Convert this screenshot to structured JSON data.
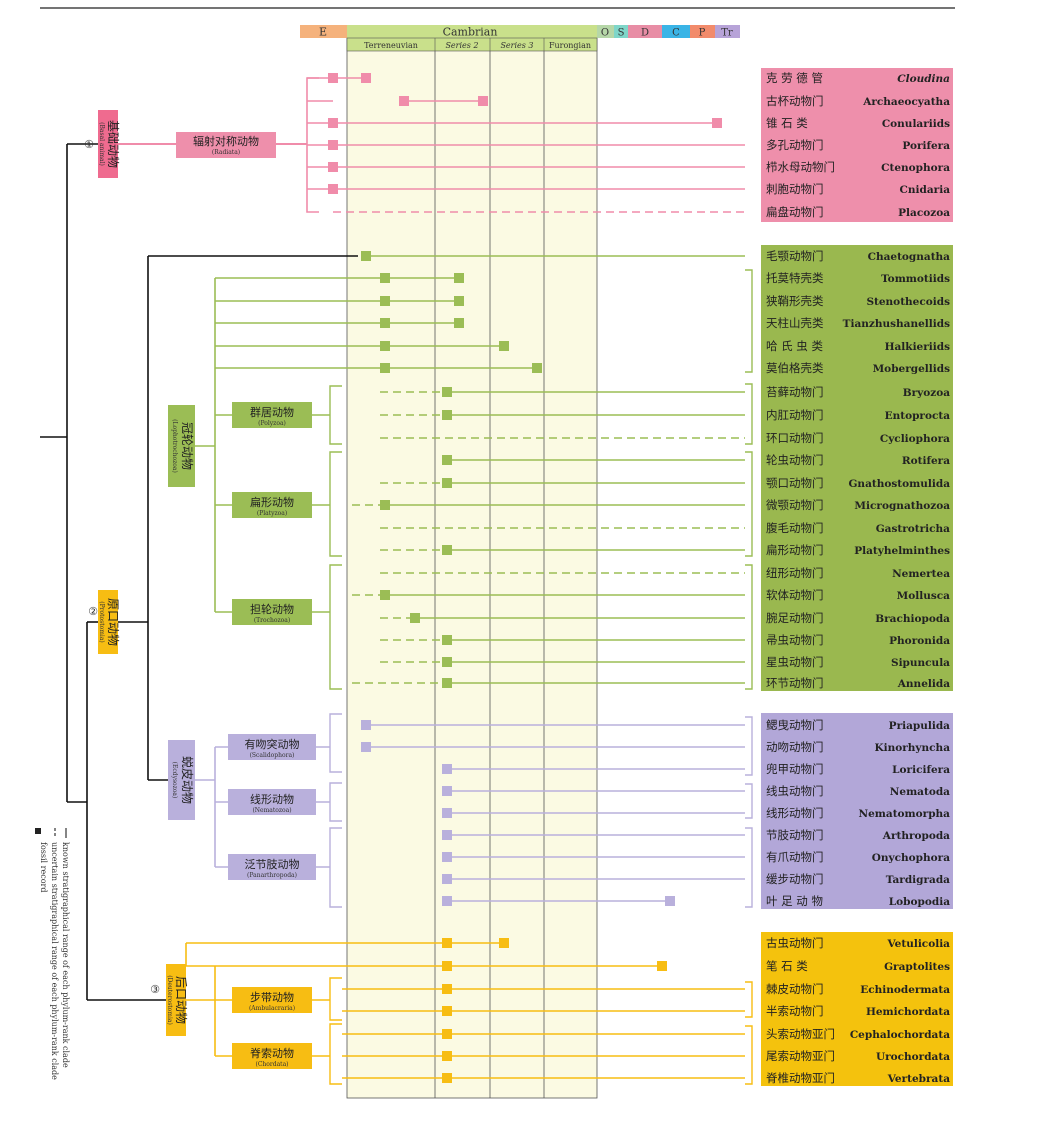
{
  "periods": {
    "ediacaran": "E",
    "cambrian": "Cambrian",
    "later": [
      "O",
      "S",
      "D",
      "C",
      "P",
      "Tr"
    ],
    "series": [
      "Terreneuvian",
      "Series 2",
      "Series 3",
      "Furongian"
    ]
  },
  "colors": {
    "basal": "#f08caa",
    "basal_band": "#ee8fab",
    "basal_label": "#ef6b8f",
    "lopho": "#9bbd55",
    "lopho_band": "#9ab84f",
    "ecdy": "#b9b0dc",
    "ecdy_band": "#b2a7d8",
    "deut": "#f7bd13",
    "deut_band": "#f4c20d",
    "proto": "#f7bd13",
    "cambrian_bg": "#fbfae3",
    "cambrian_head": "#c9e08b",
    "E": "#f5b27c",
    "O": "#b6d7a8",
    "S": "#7fd6c9",
    "D": "#e88da5",
    "C": "#3ab4e6",
    "P": "#f28b6b",
    "Tr": "#b7a3d8"
  },
  "clades": {
    "basal": {
      "num": "①",
      "cn": "基础动物",
      "en": "(Basal animal)"
    },
    "proto": {
      "num": "②",
      "cn": "原口动物",
      "en": "(Protostomia)"
    },
    "deut": {
      "num": "③",
      "cn": "后口动物",
      "en": "(Deuterostomia)"
    },
    "lopho": {
      "cn": "冠轮动物",
      "en": "(Lophotrochozoa)"
    },
    "ecdy": {
      "cn": "蜕皮动物",
      "en": "(Ecdysozoa)"
    }
  },
  "subclades": {
    "radiata": {
      "cn": "辐射对称动物",
      "en": "(Radiata)"
    },
    "polyzoa": {
      "cn": "群居动物",
      "en": "(Polyzoa)"
    },
    "platyzoa": {
      "cn": "扁形动物",
      "en": "(Platyzoa)"
    },
    "trochozoa": {
      "cn": "担轮动物",
      "en": "(Trochozoa)"
    },
    "scalidophora": {
      "cn": "有吻突动物",
      "en": "(Scalidophora)"
    },
    "nematozoa": {
      "cn": "线形动物",
      "en": "(Nematozoa)"
    },
    "panarthropoda": {
      "cn": "泛节肢动物",
      "en": "(Panarthropoda)"
    },
    "ambulacraria": {
      "cn": "步带动物",
      "en": "(Ambulacraria)"
    },
    "chordata": {
      "cn": "脊索动物",
      "en": "(Chordata)"
    }
  },
  "taxa": [
    {
      "cn": "克 劳 德 管",
      "en": "Cloudina",
      "group": "basal"
    },
    {
      "cn": "古杯动物门",
      "en": "Archaeocyatha",
      "group": "basal"
    },
    {
      "cn": "锥 石 类",
      "en": "Conulariids",
      "group": "basal"
    },
    {
      "cn": "多孔动物门",
      "en": "Porifera",
      "group": "basal"
    },
    {
      "cn": "栉水母动物门",
      "en": "Ctenophora",
      "group": "basal"
    },
    {
      "cn": "刺胞动物门",
      "en": "Cnidaria",
      "group": "basal"
    },
    {
      "cn": "扁盘动物门",
      "en": "Placozoa",
      "group": "basal"
    },
    {
      "cn": "毛颚动物门",
      "en": "Chaetognatha",
      "group": "lopho"
    },
    {
      "cn": "托莫特壳类",
      "en": "Tommotiids",
      "group": "lopho"
    },
    {
      "cn": "狭鞘形壳类",
      "en": "Stenothecoids",
      "group": "lopho"
    },
    {
      "cn": "天柱山壳类",
      "en": "Tianzhushanellids",
      "group": "lopho"
    },
    {
      "cn": "哈 氏 虫 类",
      "en": "Halkieriids",
      "group": "lopho"
    },
    {
      "cn": "莫伯格壳类",
      "en": "Mobergellids",
      "group": "lopho"
    },
    {
      "cn": "苔藓动物门",
      "en": "Bryozoa",
      "group": "lopho"
    },
    {
      "cn": "内肛动物门",
      "en": "Entoprocta",
      "group": "lopho"
    },
    {
      "cn": "环口动物门",
      "en": "Cycliophora",
      "group": "lopho"
    },
    {
      "cn": "轮虫动物门",
      "en": "Rotifera",
      "group": "lopho"
    },
    {
      "cn": "颚口动物门",
      "en": "Gnathostomulida",
      "group": "lopho"
    },
    {
      "cn": "微颚动物门",
      "en": "Micrognathozoa",
      "group": "lopho"
    },
    {
      "cn": "腹毛动物门",
      "en": "Gastrotricha",
      "group": "lopho"
    },
    {
      "cn": "扁形动物门",
      "en": "Platyhelminthes",
      "group": "lopho"
    },
    {
      "cn": "纽形动物门",
      "en": "Nemertea",
      "group": "lopho"
    },
    {
      "cn": "软体动物门",
      "en": "Mollusca",
      "group": "lopho"
    },
    {
      "cn": "腕足动物门",
      "en": "Brachiopoda",
      "group": "lopho"
    },
    {
      "cn": "帚虫动物门",
      "en": "Phoronida",
      "group": "lopho"
    },
    {
      "cn": "星虫动物门",
      "en": "Sipuncula",
      "group": "lopho"
    },
    {
      "cn": "环节动物门",
      "en": "Annelida",
      "group": "lopho"
    },
    {
      "cn": "鳃曳动物门",
      "en": "Priapulida",
      "group": "ecdy"
    },
    {
      "cn": "动吻动物门",
      "en": "Kinorhyncha",
      "group": "ecdy"
    },
    {
      "cn": "兜甲动物门",
      "en": "Loricifera",
      "group": "ecdy"
    },
    {
      "cn": "线虫动物门",
      "en": "Nematoda",
      "group": "ecdy"
    },
    {
      "cn": "线形动物门",
      "en": "Nematomorpha",
      "group": "ecdy"
    },
    {
      "cn": "节肢动物门",
      "en": "Arthropoda",
      "group": "ecdy"
    },
    {
      "cn": "有爪动物门",
      "en": "Onychophora",
      "group": "ecdy"
    },
    {
      "cn": "缓步动物门",
      "en": "Tardigrada",
      "group": "ecdy"
    },
    {
      "cn": "叶 足 动 物",
      "en": "Lobopodia",
      "group": "ecdy"
    },
    {
      "cn": "古虫动物门",
      "en": "Vetulicolia",
      "group": "deut"
    },
    {
      "cn": "笔 石 类",
      "en": "Graptolites",
      "group": "deut"
    },
    {
      "cn": "棘皮动物门",
      "en": "Echinodermata",
      "group": "deut"
    },
    {
      "cn": "半索动物门",
      "en": "Hemichordata",
      "group": "deut"
    },
    {
      "cn": "头索动物亚门",
      "en": "Cephalochordata",
      "group": "deut"
    },
    {
      "cn": "尾索动物亚门",
      "en": "Urochordata",
      "group": "deut"
    },
    {
      "cn": "脊椎动物亚门",
      "en": "Vertebrata",
      "group": "deut"
    }
  ],
  "legend": {
    "known": "known stratigraphical range of each phylum-rank clade",
    "uncertain": "uncertain stratigraphical range of each phylum-rank clade",
    "fossil": "fossil record"
  }
}
